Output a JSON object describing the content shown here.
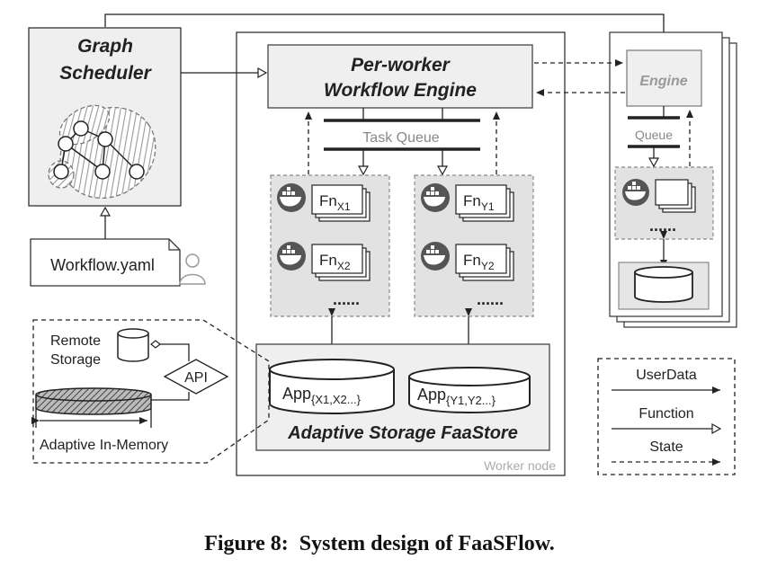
{
  "scheduler": {
    "line1": "Graph",
    "line2": "Scheduler"
  },
  "workflow_file": "Workflow.yaml",
  "engine": {
    "line1": "Per-worker",
    "line2": "Workflow Engine"
  },
  "task_queue": "Task Queue",
  "fn_groups": [
    {
      "items": [
        {
          "base": "Fn",
          "sub": "X1"
        },
        {
          "base": "Fn",
          "sub": "X2"
        }
      ],
      "more": "......"
    },
    {
      "items": [
        {
          "base": "Fn",
          "sub": "Y1"
        },
        {
          "base": "Fn",
          "sub": "Y2"
        }
      ],
      "more": "......"
    }
  ],
  "remote_node": {
    "engine": "Engine",
    "queue": "Queue",
    "more": "......"
  },
  "storage": {
    "title": "Adaptive Storage FaaStore",
    "db1": {
      "base": "App",
      "sub": "{X1,X2...}"
    },
    "db2": {
      "base": "App",
      "sub": "{Y1,Y2...}"
    }
  },
  "worker_label": "Worker node",
  "inset": {
    "remote_line1": "Remote",
    "remote_line2": "Storage",
    "api": "API",
    "memory": "Adaptive In-Memory"
  },
  "legend": {
    "items": [
      "UserData",
      "Function",
      "State"
    ]
  },
  "caption": "Figure 8:  System design of FaaSFlow.",
  "colors": {
    "box_fill": "#efefef",
    "panel_fill": "#e6e6e6",
    "stroke": "#333333",
    "muted_text": "#999999",
    "dashed_hatch": "#888888"
  },
  "icons": [
    "docker-whale-icon",
    "user-icon",
    "database-icon"
  ]
}
